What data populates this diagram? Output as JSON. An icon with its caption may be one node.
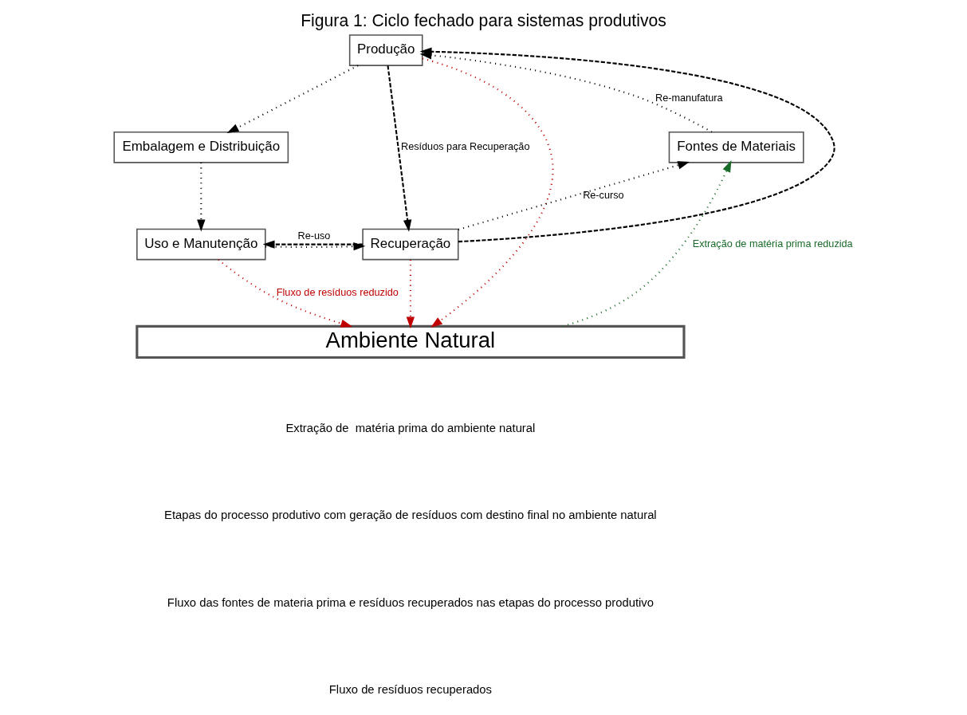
{
  "diagram": {
    "title": "Figura 1: Ciclo fechado para sistemas produtivos",
    "nodes": [
      {
        "text": [
          "Produção"
        ]
      },
      {
        "text": [
          "Fontes de Materiais"
        ]
      },
      {
        "text": [
          "Embalagem e Distribuição"
        ]
      },
      {
        "text": [
          "Recuperação"
        ]
      },
      {
        "text": [
          "Uso e Manutenção"
        ]
      },
      {
        "text": [
          "Ambiente Natural"
        ]
      }
    ],
    "edges": [
      {
        "from": 1,
        "to": 0,
        "arrow": "to",
        "label": "Re-manufatura"
      },
      {
        "from": 0,
        "to": 2,
        "arrow": "to"
      },
      {
        "from": 2,
        "to": 4,
        "arrow": "to"
      },
      {
        "from": 4,
        "to": 3,
        "arrow": "to"
      },
      {
        "from": 3,
        "to": 1,
        "arrow": "to",
        "label": "Re-curso"
      },
      {
        "from": 3,
        "to": 0,
        "arrow": "to",
        "style": "dashed"
      },
      {
        "from": 0,
        "to": 3,
        "arrow": "to",
        "style": "dashed",
        "label": "Resíduos para Recuperação"
      },
      {
        "from": 3,
        "to": 4,
        "arrow": "to",
        "style": "dashed",
        "label": "Re-uso"
      },
      {
        "from": 5,
        "to": 1,
        "arrow": "to",
        "color": "#1a6b2a",
        "label": "Extração de matéria prima reduzida"
      },
      {
        "from": 3,
        "to": 5,
        "arrow": "to",
        "color": "#c00000"
      },
      {
        "from": 0,
        "to": 5,
        "arrow": "to",
        "color": "#c00000"
      },
      {
        "from": 4,
        "to": 5,
        "arrow": "to",
        "color": "#c00000",
        "label": "Fluxo de resíduos reduzido"
      }
    ],
    "legend": [
      {
        "text": "Extração de  matéria prima do ambiente natural"
      },
      {
        "text": "Etapas do processo produtivo com geração de resíduos com destino final no ambiente natural"
      },
      {
        "text": "Fluxo das fontes de materia prima e resíduos recuperados nas etapas do processo produtivo"
      },
      {
        "text": "Fluxo de resíduos recuperados"
      }
    ]
  }
}
